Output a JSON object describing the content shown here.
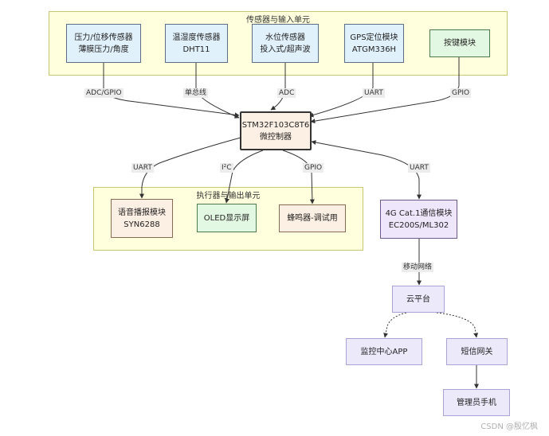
{
  "groups": {
    "sensors": "传感器与输入单元",
    "actuators": "执行器与输出单元"
  },
  "nodes": {
    "pressure": [
      "压力/位移传感器",
      "薄膜压力/角度"
    ],
    "temp": [
      "温湿度传感器",
      "DHT11"
    ],
    "water": [
      "水位传感器",
      "投入式/超声波"
    ],
    "gps": [
      "GPS定位模块",
      "ATGM336H"
    ],
    "key": [
      "按键模块"
    ],
    "mcu": [
      "STM32F103C8T6",
      "微控制器"
    ],
    "voice": [
      "语音播报模块",
      "SYN6288"
    ],
    "oled": [
      "OLED显示屏"
    ],
    "buzzer": [
      "蜂鸣器-调试用"
    ],
    "comm": [
      "4G Cat.1通信模块",
      "EC200S/ML302"
    ],
    "cloud": [
      "云平台"
    ],
    "app": [
      "监控中心APP"
    ],
    "sms": [
      "短信网关"
    ],
    "phone": [
      "管理员手机"
    ]
  },
  "edges": {
    "pressure_mcu": "ADC/GPIO",
    "temp_mcu": "单总线",
    "water_mcu": "ADC",
    "gps_mcu": "UART",
    "key_mcu": "GPIO",
    "mcu_voice": "UART",
    "mcu_oled": "I²C",
    "mcu_buzzer": "GPIO",
    "mcu_comm": "UART",
    "comm_cloud": "移动网络"
  },
  "watermark": "CSDN @殷忆枫"
}
